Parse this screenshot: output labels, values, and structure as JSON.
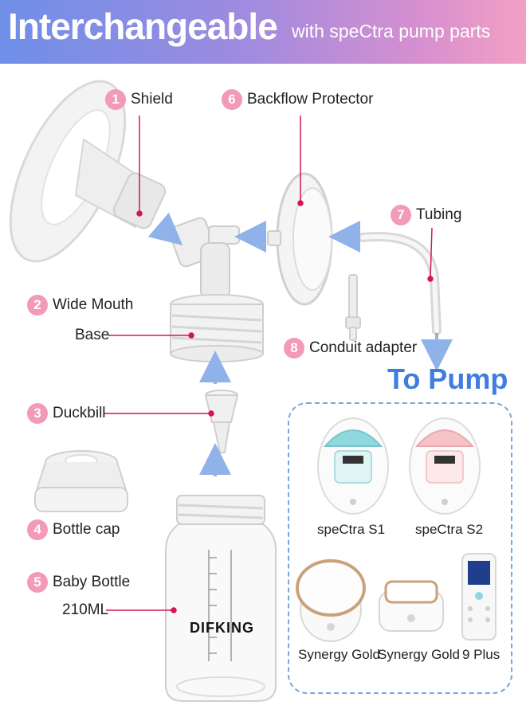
{
  "header": {
    "title": "Interchangeable",
    "subtitle": "with speCtra pump parts"
  },
  "parts": [
    {
      "number": "1",
      "name": "Shield"
    },
    {
      "number": "6",
      "name": "Backflow Protector"
    },
    {
      "number": "7",
      "name": "Tubing"
    },
    {
      "number": "2",
      "name": "Wide Mouth",
      "name_line2": "Base"
    },
    {
      "number": "8",
      "name": "Conduit adapter"
    },
    {
      "number": "3",
      "name": "Duckbill"
    },
    {
      "number": "4",
      "name": "Bottle cap"
    },
    {
      "number": "5",
      "name": "Baby Bottle",
      "name_line2": "210ML"
    }
  ],
  "to_pump": "To Pump",
  "bottle_brand": "DIFKING",
  "pumps": [
    "speCtra S1",
    "speCtra S2",
    "Synergy Gold",
    "Synergy Gold",
    "9 Plus"
  ],
  "colors": {
    "accent_pink": "#f29ab8",
    "leader_line": "#d4145a",
    "arrow_blue": "#8fb3e8",
    "title_blue": "#3f7de0"
  }
}
